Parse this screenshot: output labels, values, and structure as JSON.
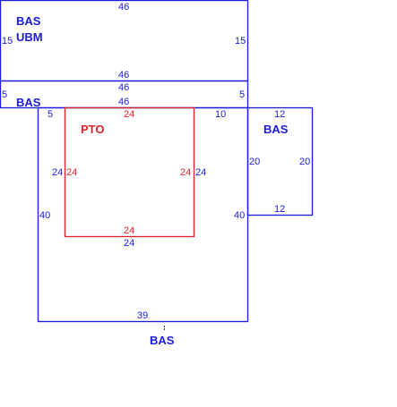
{
  "colors": {
    "structure": "#1a1adf",
    "pto": "#e0202a"
  },
  "areas": {
    "upper_label_1": "BAS",
    "upper_label_2": "UBM",
    "strip_label": "BAS",
    "pto_label": "PTO",
    "right_label": "BAS",
    "main_label": "BAS"
  },
  "dimensions": {
    "upper_top": "46",
    "upper_left": "15",
    "upper_right": "15",
    "upper_bottom": "46",
    "strip_top": "46",
    "strip_left": "5",
    "strip_right": "5",
    "strip_bottom": "46",
    "main_left_top": "5",
    "main_right_top": "10",
    "main_left": "40",
    "main_right": "40",
    "main_bottom": "39",
    "pto_top": "24",
    "pto_left": "24",
    "pto_right": "24",
    "pto_bottom": "24",
    "outer_pto_left": "24",
    "outer_pto_right": "24",
    "outer_pto_bottom": "24",
    "right_top": "12",
    "right_left": "20",
    "right_right": "20",
    "right_bottom": "12"
  }
}
